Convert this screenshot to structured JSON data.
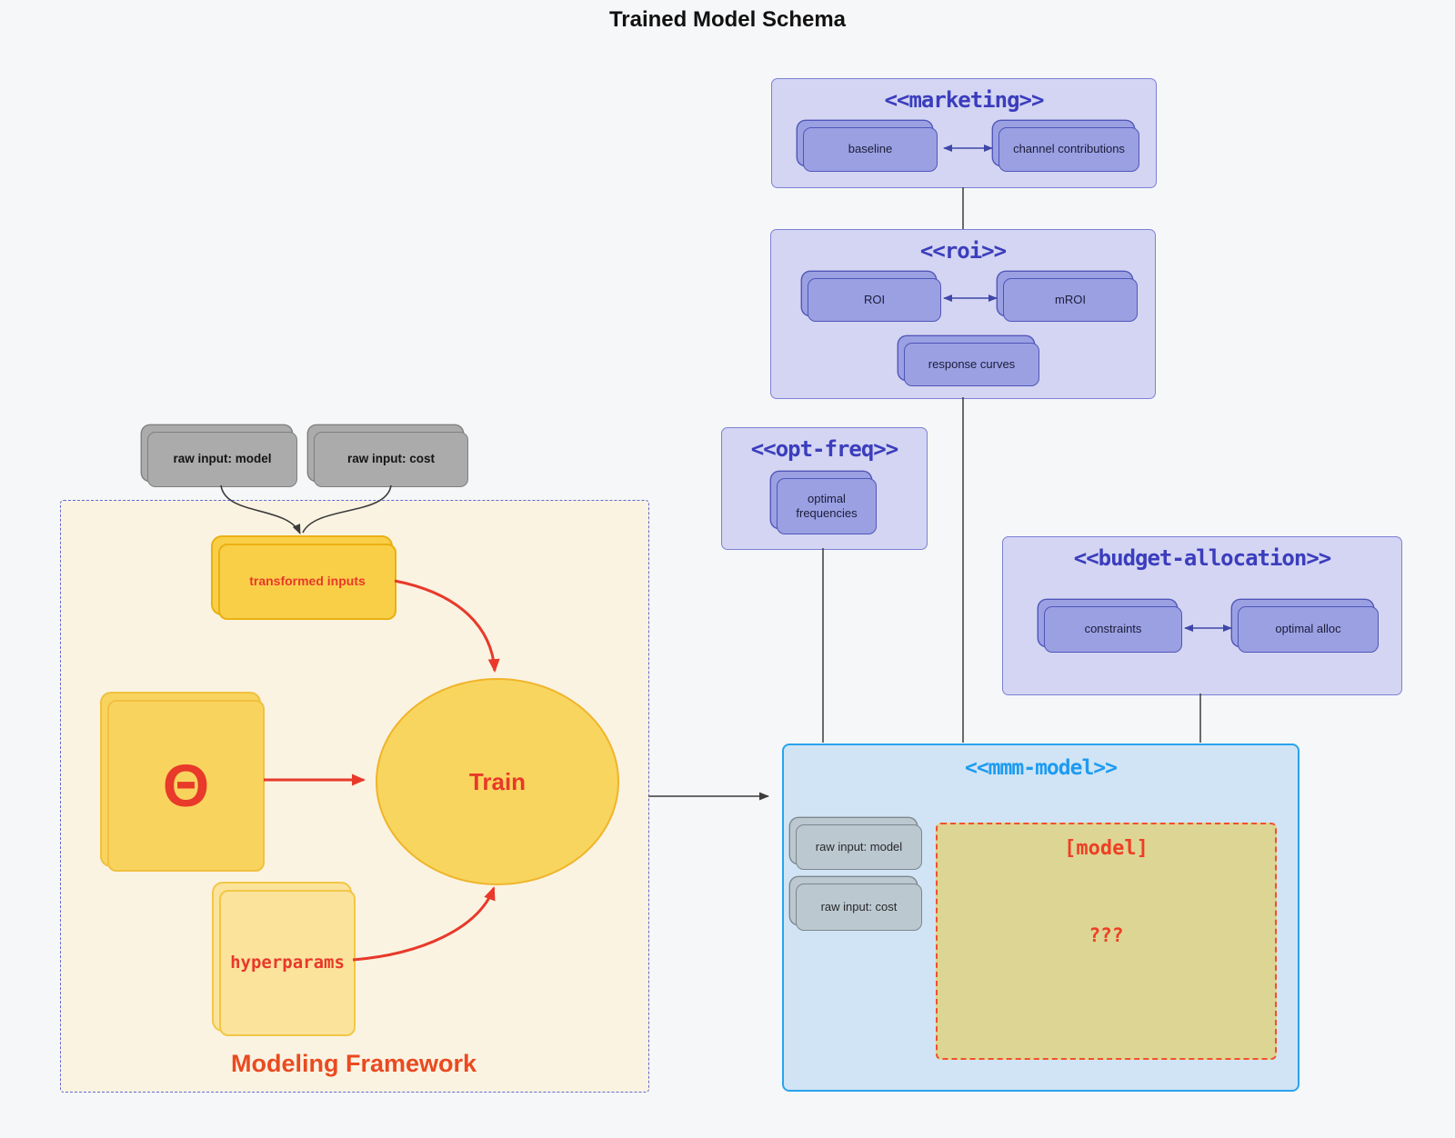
{
  "diagram_title": "Trained Model Schema",
  "palette": {
    "purple_container_fill": "#d3d5f2",
    "purple_container_border": "#7d81d6",
    "purple_title": "#3b3dbd",
    "purple_node_fill": "#9aa0e2",
    "purple_node_border": "#5056b8",
    "gray_node_fill": "#ababab",
    "bluegray_node_fill": "#bcc8d0",
    "yellow_node_fill": "#f9cf48",
    "yellow_node_border": "#eab012",
    "red_accent": "#e8392a",
    "blue_container_fill": "#d0e4f5",
    "blue_container_border": "#29a3ee",
    "blue_title": "#1d9bf0",
    "khaki_fill": "#dcd593",
    "framework_fill": "#faf3e2",
    "framework_border": "#5f6bd2",
    "edge_dark": "#3c3c3c"
  },
  "marketing": {
    "stereotype": "<<marketing>>",
    "cards": [
      "baseline",
      "channel contributions"
    ]
  },
  "roi": {
    "stereotype": "<<roi>>",
    "cards": [
      "ROI",
      "mROI"
    ],
    "bottom_card": "response curves"
  },
  "opt_freq": {
    "stereotype": "<<opt-freq>>",
    "card": "optimal frequencies"
  },
  "budget_allocation": {
    "stereotype": "<<budget-allocation>>",
    "cards": [
      "constraints",
      "optimal alloc"
    ]
  },
  "mmm_model": {
    "stereotype": "<<mmm-model>>",
    "cards": [
      "raw input: model",
      "raw input: cost"
    ],
    "model_box": {
      "label": "[model]",
      "placeholder": "???"
    }
  },
  "raw_inputs": {
    "cards": [
      "raw input: model",
      "raw input: cost"
    ]
  },
  "framework": {
    "label": "Modeling Framework",
    "transformed_inputs": "transformed inputs",
    "theta": "Θ",
    "train": "Train",
    "hyperparams": "hyperparams"
  }
}
